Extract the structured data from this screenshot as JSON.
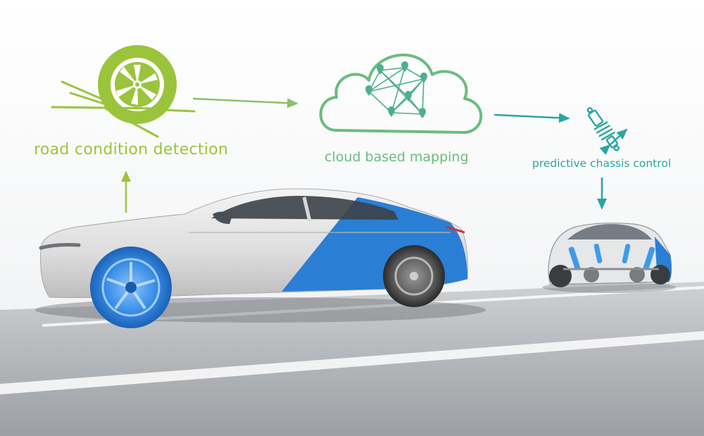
{
  "colors": {
    "road_condition": "#9bc43c",
    "cloud": "#6dbb7f",
    "chassis": "#2aa6a2",
    "car_blue": "#2a7fd4",
    "road": "#b9bcc0"
  },
  "nodes": [
    {
      "id": "road",
      "label": "road condition detection",
      "icon": "tire-icon"
    },
    {
      "id": "cloud",
      "label": "cloud based mapping",
      "icon": "cloud-network-icon"
    },
    {
      "id": "chassis",
      "label": "predictive chassis control",
      "icon": "shock-absorber-icon"
    }
  ],
  "scene": {
    "main_vehicle": "sedan-with-highlighted-wheel",
    "following_vehicle": "car-with-visible-suspension"
  }
}
